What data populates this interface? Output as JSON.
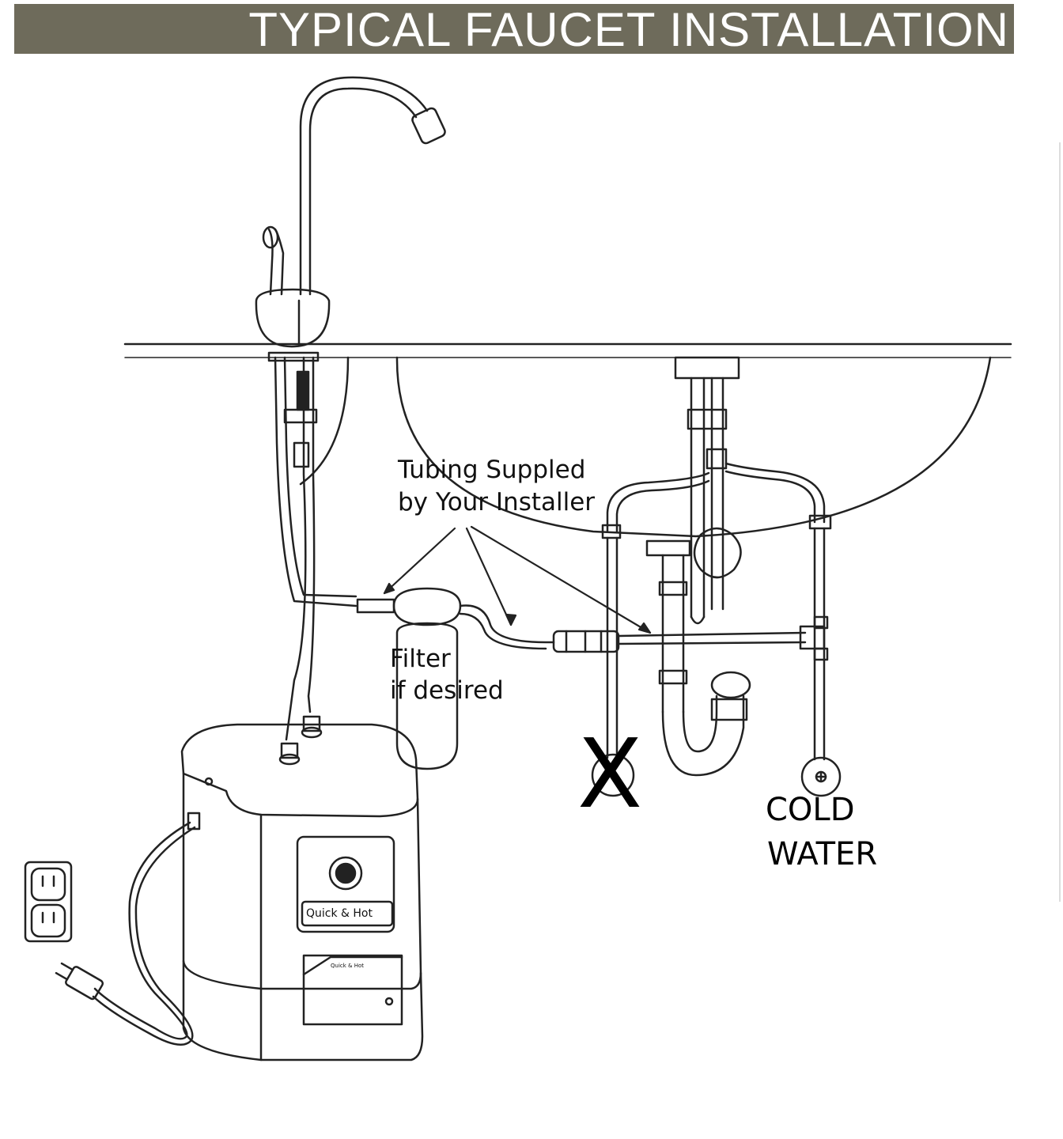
{
  "title": "TYPICAL FAUCET INSTALLATION",
  "labels": {
    "tubing_line1": "Tubing Suppled",
    "tubing_line2": "by Your Installer",
    "filter_line1": "Filter",
    "filter_line2": "if desired",
    "cold_line1": "COLD",
    "cold_line2": "WATER",
    "x_mark": "X",
    "tank_brand": "Quick & Hot",
    "plate_brand": "Quick & Hot"
  },
  "colors": {
    "banner": "#6e6b5b",
    "banner_text": "#ffffff",
    "line": "#222222"
  },
  "icons": [
    "faucet-icon",
    "outlet-icon",
    "plug-icon",
    "filter-icon",
    "valve-icon",
    "tank-icon"
  ]
}
